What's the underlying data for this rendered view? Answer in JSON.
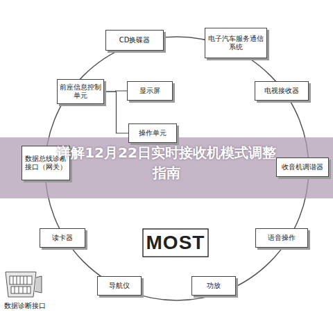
{
  "diagram": {
    "title": "详解12月22日实时接收机模式调整指南",
    "nodes": [
      {
        "text": [
          "CD换碟器"
        ]
      },
      {
        "text": [
          "电子汽车服务通信系统"
        ]
      },
      {
        "text": [
          "前座信息控制单元"
        ]
      },
      {
        "text": [
          "显示屏"
        ]
      },
      {
        "text": [
          "电视接收器"
        ]
      },
      {
        "text": [
          "操作单元"
        ]
      },
      {
        "text": [
          "数据总线诊断接口（网关）"
        ]
      },
      {
        "text": [
          "收音机调谐器"
        ]
      },
      {
        "text": [
          "读卡器"
        ]
      },
      {
        "text": [
          "语音操作"
        ]
      },
      {
        "text": [
          "导航仪"
        ]
      },
      {
        "text": [
          "功放"
        ]
      }
    ],
    "edges": [
      {
        "from": 2,
        "to": 3,
        "arrow": "none"
      },
      {
        "from": 2,
        "to": 5,
        "arrow": "none"
      }
    ],
    "labels": [
      "MOST",
      "数据诊断接口"
    ]
  }
}
